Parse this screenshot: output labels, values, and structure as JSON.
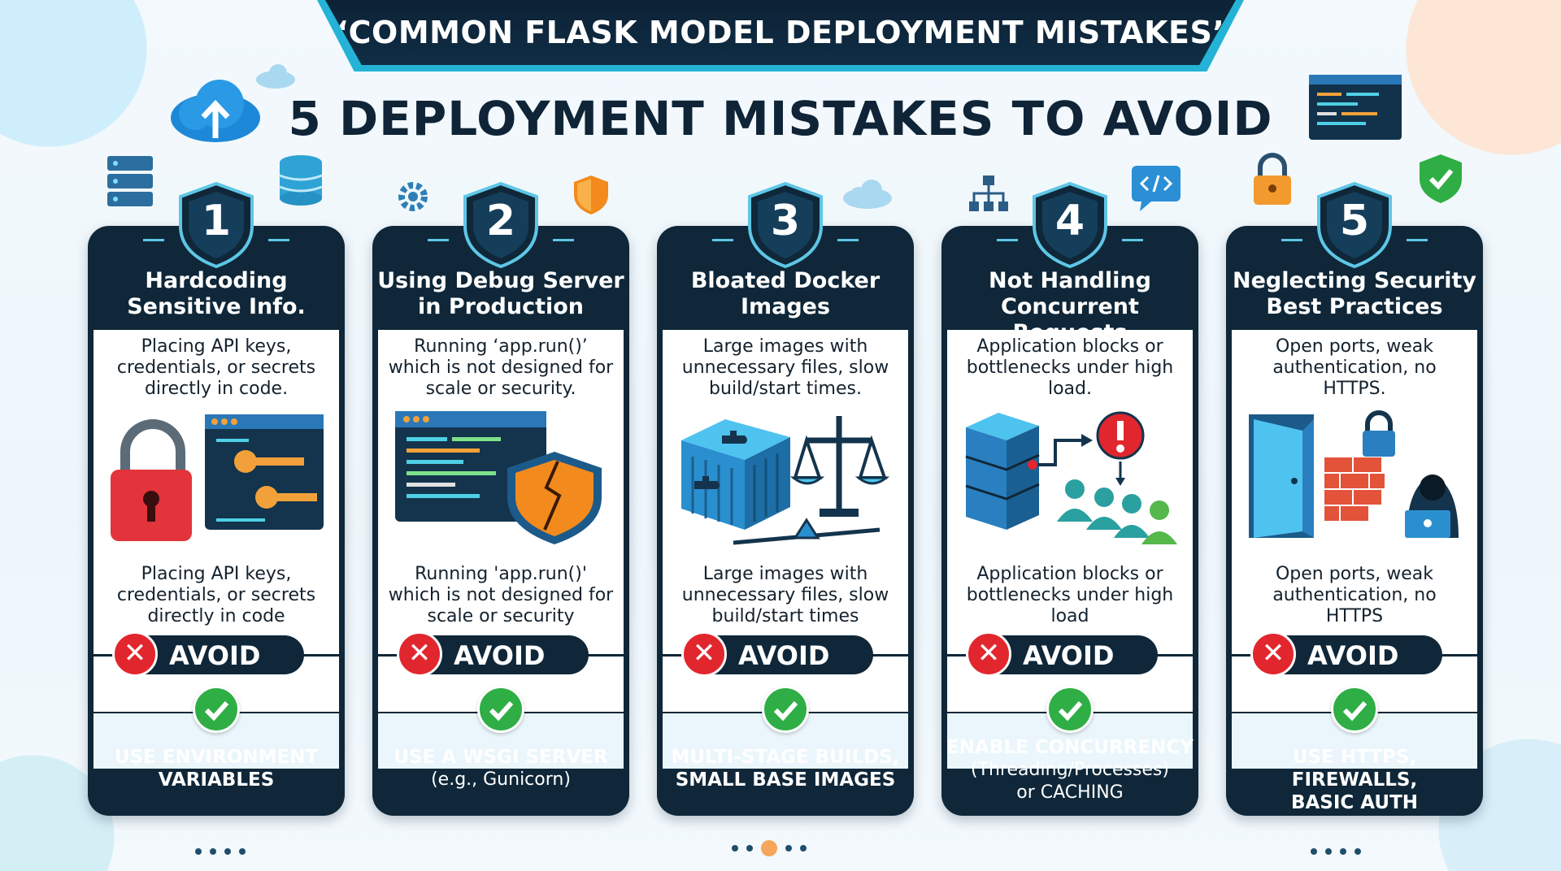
{
  "banner": {
    "title": "‘COMMON FLASK MODEL DEPLOYMENT MISTAKES’"
  },
  "main_title": "5 DEPLOYMENT MISTAKES TO AVOID",
  "colors": {
    "dark": "#0f2738",
    "accent": "#24b3d6",
    "avoid_red": "#e2262e",
    "check_green": "#2fae45"
  },
  "cards": [
    {
      "number": "1",
      "title": [
        "Hardcoding",
        "Sensitive Info."
      ],
      "desc_top": [
        "Placing API keys,",
        "credentials, or secrets",
        "directly in code."
      ],
      "desc_bottom": [
        "Placing API keys,",
        "credentials, or secrets",
        "directly in code"
      ],
      "avoid_label": "AVOID",
      "solution_main": [
        "USE ENVIRONMENT",
        "VARIABLES"
      ],
      "solution_sub": [],
      "illustration": "padlock-and-keys-icon"
    },
    {
      "number": "2",
      "title": [
        "Using Debug Server",
        "in Production"
      ],
      "desc_top": [
        "Running ‘app.run()’",
        "which is not designed for",
        "scale or security."
      ],
      "desc_bottom": [
        "Running 'app.run()'",
        "which is not designed for",
        "scale or security"
      ],
      "avoid_label": "AVOID",
      "solution_main": [
        "USE A WSGI SERVER"
      ],
      "solution_sub": [
        "(e.g., Gunicorn)"
      ],
      "illustration": "code-window-cracked-shield-icon"
    },
    {
      "number": "3",
      "title": [
        "Bloated Docker",
        "Images"
      ],
      "desc_top": [
        "Large images with",
        "unnecessary files, slow",
        "build/start times."
      ],
      "desc_bottom": [
        "Large images with",
        "unnecessary files, slow",
        "build/start times"
      ],
      "avoid_label": "AVOID",
      "solution_main": [
        "MULTI-STAGE BUILDS,",
        "SMALL BASE IMAGES"
      ],
      "solution_sub": [],
      "illustration": "docker-container-scale-icon"
    },
    {
      "number": "4",
      "title": [
        "Not Handling",
        "Concurrent Requests"
      ],
      "desc_top": [
        "Application blocks or",
        "bottlenecks under high",
        "load."
      ],
      "desc_bottom": [
        "Application blocks or",
        "bottlenecks under high",
        "load"
      ],
      "avoid_label": "AVOID",
      "solution_main": [
        "ENABLE CONCURRENCY"
      ],
      "solution_sub": [
        "(Threading/Processes)",
        "or CACHING"
      ],
      "illustration": "server-queue-alert-icon"
    },
    {
      "number": "5",
      "title": [
        "Neglecting Security",
        "Best Practices"
      ],
      "desc_top": [
        "Open ports, weak",
        "authentication, no HTTPS."
      ],
      "desc_bottom": [
        "Open ports, weak",
        "authentication, no",
        "HTTPS"
      ],
      "avoid_label": "AVOID",
      "solution_main": [
        "USE HTTPS, FIREWALLS,",
        "BASIC AUTH"
      ],
      "solution_sub": [],
      "illustration": "open-door-firewall-hacker-icon"
    }
  ]
}
